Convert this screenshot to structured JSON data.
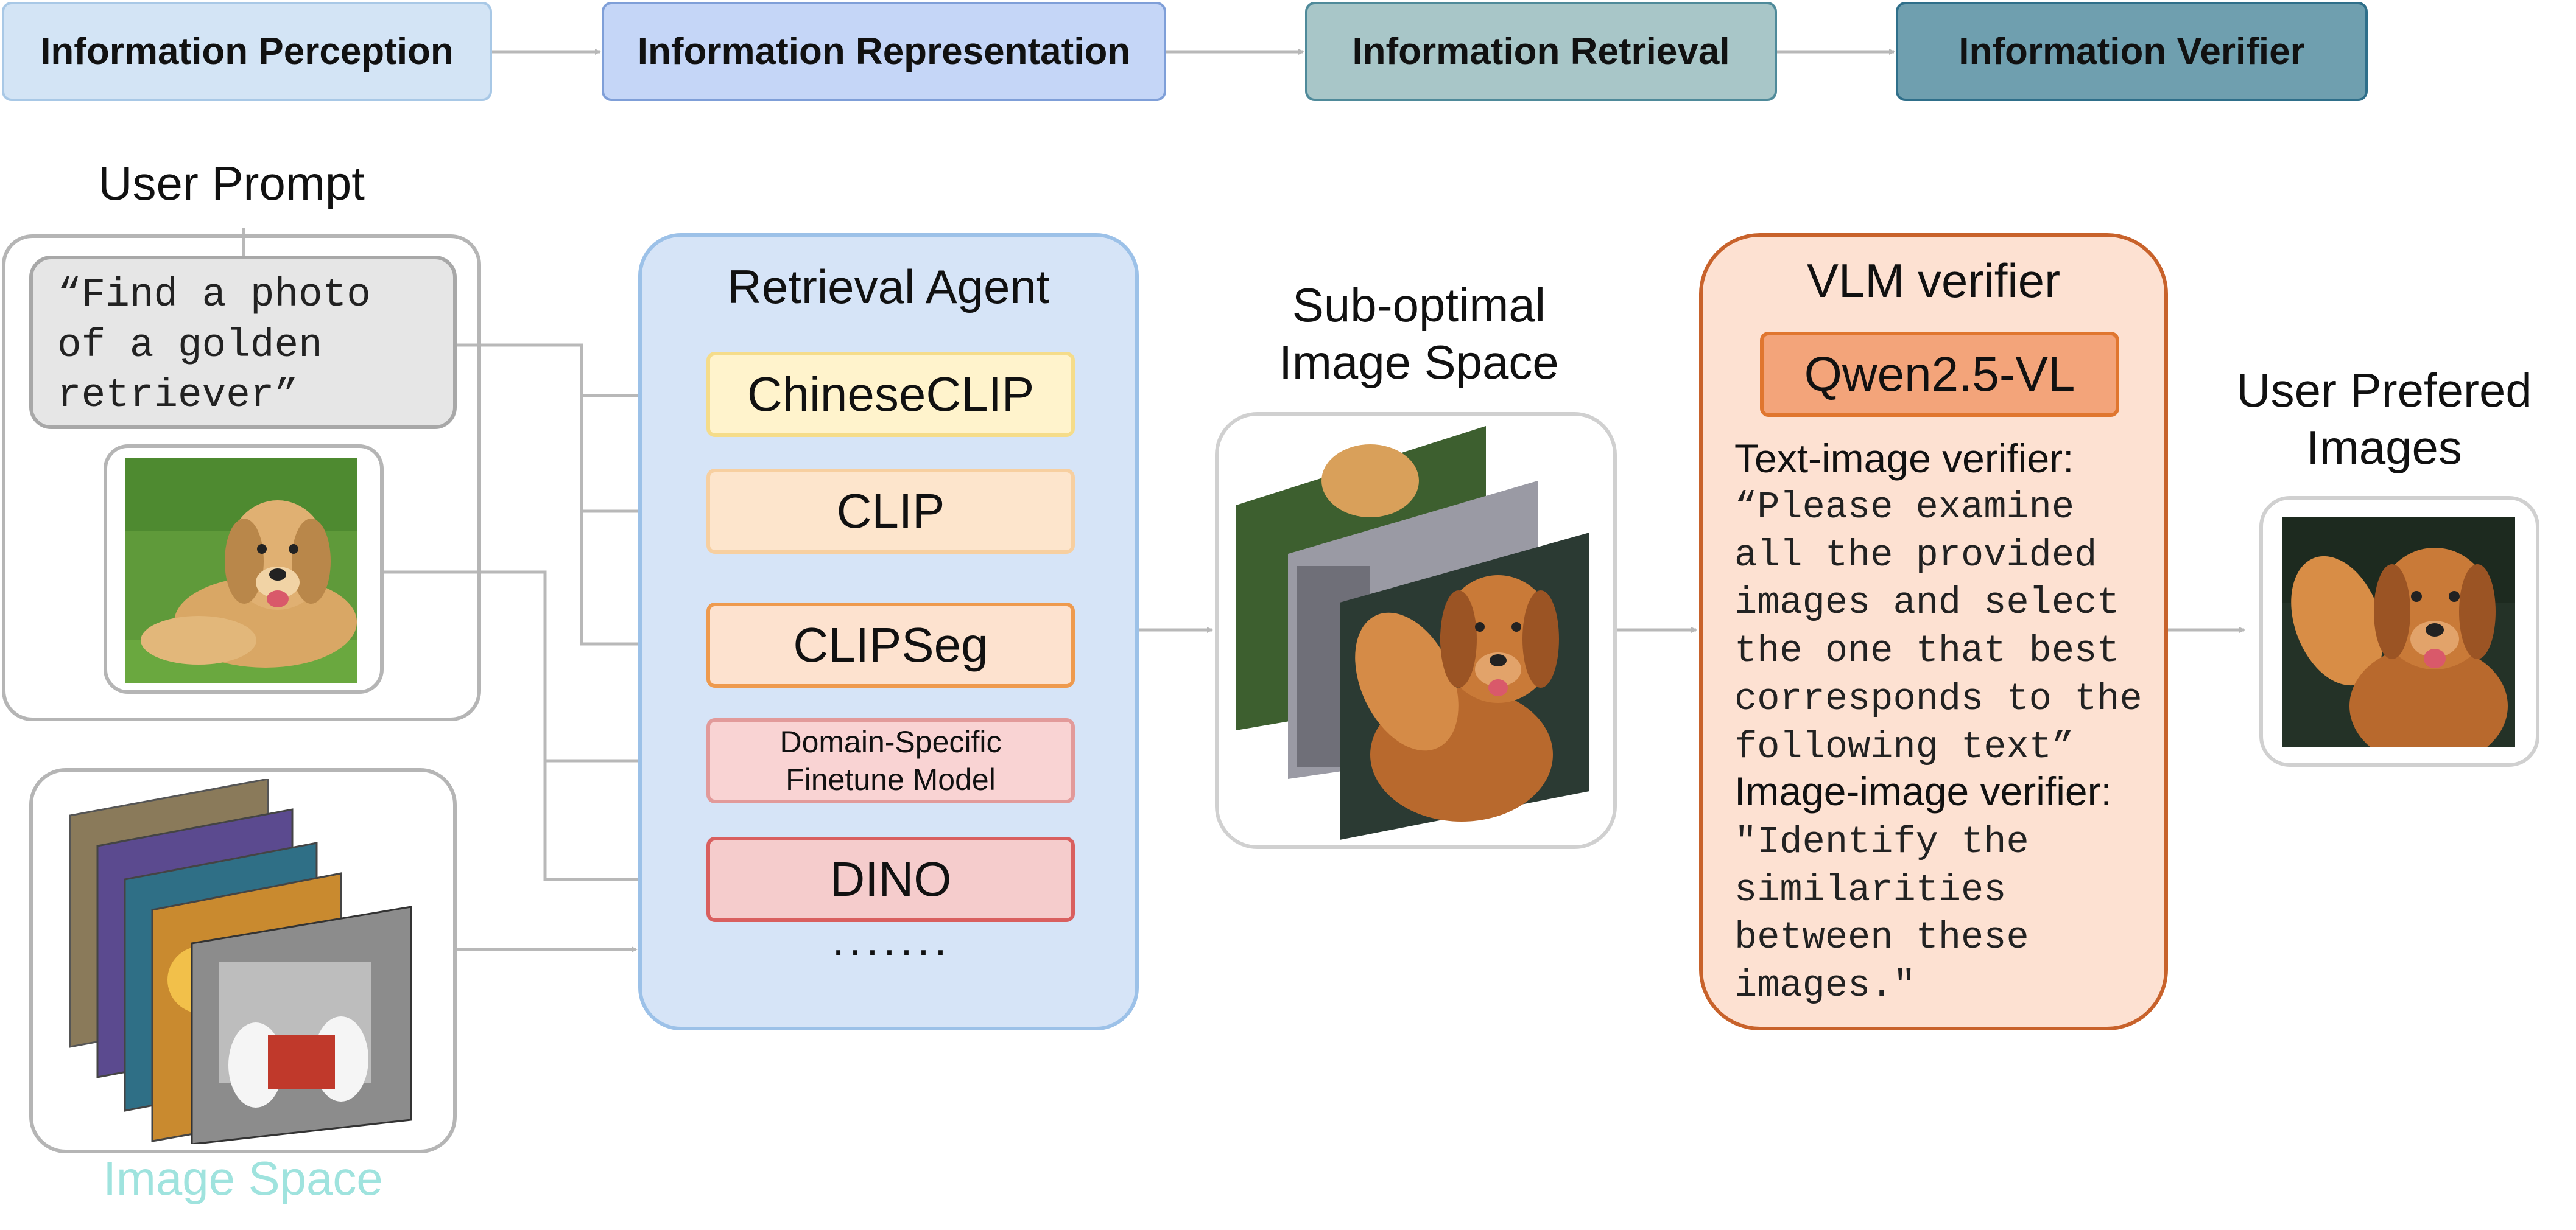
{
  "stages": [
    {
      "label": "Information Perception",
      "color": "#d3e4f5",
      "border": "#a8c8e6"
    },
    {
      "label": "Information Representation",
      "color": "#c5d6f7",
      "border": "#7f9fd8"
    },
    {
      "label": "Information Retrieval",
      "color": "#a8c6c8",
      "border": "#4f8a9a"
    },
    {
      "label": "Information Verifier",
      "color": "#6f9faf",
      "border": "#2f6f8a"
    }
  ],
  "user_prompt": {
    "title": "User Prompt",
    "text": "“Find a photo of a golden retriever”"
  },
  "image_space": {
    "label": "Image Space"
  },
  "retrieval_agent": {
    "title": "Retrieval Agent",
    "models": [
      {
        "label": "ChineseCLIP",
        "fill": "#fff3cc",
        "border": "#f5dc8a"
      },
      {
        "label": "CLIP",
        "fill": "#fde5cc",
        "border": "#f7cfa0"
      },
      {
        "label": "CLIPSeg",
        "fill": "#fde2cf",
        "border": "#ee9a4e"
      },
      {
        "label": "Domain-Specific Finetune Model",
        "fill": "#f9d3d3",
        "border": "#e29a9a"
      },
      {
        "label": "DINO",
        "fill": "#f5cccc",
        "border": "#d95f5f"
      }
    ],
    "ellipsis": "·······"
  },
  "suboptimal": {
    "title": "Sub-optimal Image Space"
  },
  "vlm": {
    "title": "VLM verifier",
    "model": "Qwen2.5-VL",
    "text_image_label": "Text-image verifier:",
    "text_image_prompt": "“Please examine all the provided images and select the one that best corresponds to the following text”",
    "image_image_label": "Image-image verifier:",
    "image_image_prompt": "\"Identify the similarities between these images.\""
  },
  "preferred": {
    "title": "User Prefered Images"
  },
  "colors": {
    "arrow": "#b8b8b8",
    "agent_fill": "#d6e4f7",
    "agent_border": "#9cc1e8",
    "vlm_fill": "#fde1d2",
    "vlm_border": "#c8622b",
    "qwen_fill": "#f3a47a",
    "qwen_border": "#e0762f",
    "image_space_label": "#9fe3de"
  },
  "icons": [
    "arrow-icon",
    "golden-retriever-photo",
    "image-stack-icon"
  ]
}
